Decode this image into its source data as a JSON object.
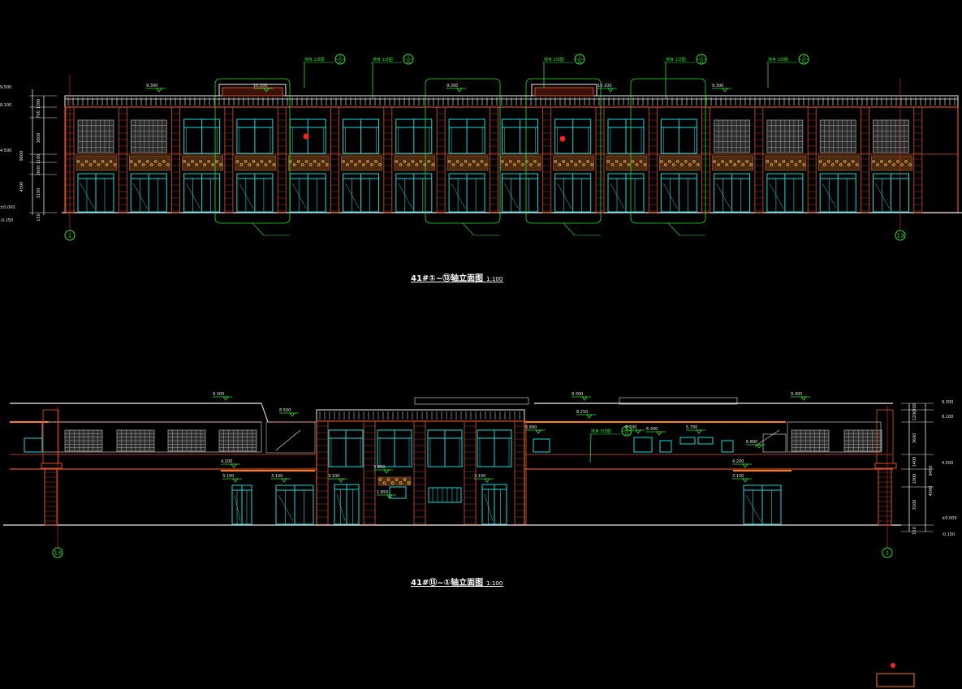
{
  "drawing": {
    "background": "#000000",
    "colors": {
      "wall": "#e0502a",
      "window": "#1ed8d8",
      "annotation": "#2ee02e",
      "dim": "#e8e8e8",
      "parapet": "#f0f0f0",
      "decor": "#b07030",
      "marker": "#ff2020",
      "orange_band": "#ff7a1a",
      "grid_axis": "#e03030"
    }
  },
  "elevation_1": {
    "title": "41#①~⑬轴立面图",
    "scale": "1:100",
    "axis_start": "1",
    "axis_end": "13",
    "left_levels": [
      "9.500",
      "8.100",
      "4.500",
      "±0.000",
      "-0.150"
    ],
    "left_dims": [
      "1300",
      "700",
      "3600",
      "1100",
      "2600",
      "3100",
      "150",
      "9600",
      "4500"
    ],
    "roof_levels": [
      "9.300",
      "10.100",
      "9.300",
      "10.100",
      "9.300"
    ],
    "callouts": [
      {
        "text": "墙身 2详图",
        "num": "2",
        "sheet": "16"
      },
      {
        "text": "墙身 1详图",
        "num": "1",
        "sheet": "16"
      },
      {
        "text": "墙身 2详图",
        "num": "2",
        "sheet": "16"
      },
      {
        "text": "墙身 1详图",
        "num": "1",
        "sheet": "16"
      },
      {
        "text": "墙身 3详图",
        "num": "3",
        "sheet": "16"
      }
    ]
  },
  "elevation_2": {
    "title": "41#⑬~①轴立面图",
    "scale": "1:100",
    "axis_start": "13",
    "axis_end": "1",
    "right_levels": [
      "9.300",
      "8.100",
      "4.500",
      "±0.000",
      "-0.150"
    ],
    "right_dims": [
      "300",
      "1200",
      "3600",
      "1400",
      "1000",
      "3100",
      "150",
      "9450",
      "4500"
    ],
    "top_levels": [
      "9.300",
      "9.300",
      "9.300",
      "8.500",
      "8.250"
    ],
    "upper_levels": [
      "6.800",
      "6.700",
      "6.300",
      "5.700",
      "6.800"
    ],
    "lower_levels": [
      "4.200",
      "3.100",
      "3.100",
      "3.100",
      "3.450",
      "3.100",
      "1.850",
      "4.200",
      "3.100"
    ],
    "callout": {
      "text": "墙身 5详图",
      "num": "5",
      "sheet": "16"
    }
  }
}
